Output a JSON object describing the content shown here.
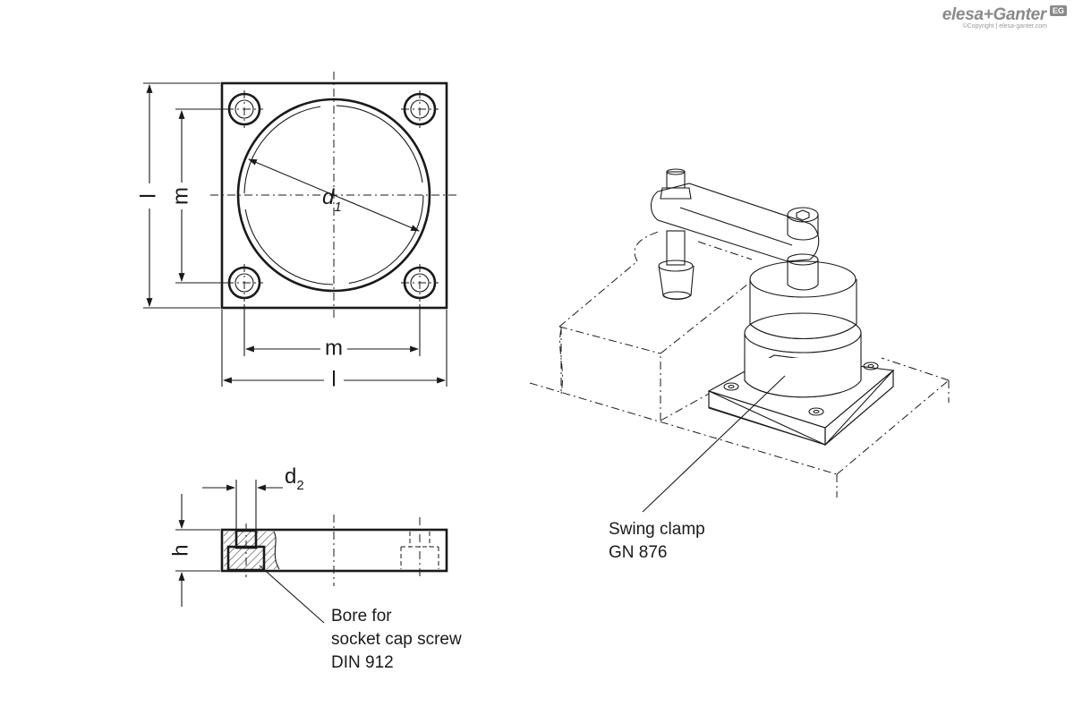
{
  "logo": {
    "brand": "elesa+Ganter",
    "badge": "EG",
    "copyright": "©Copyright | elesa-ganter.com"
  },
  "dimensions": {
    "l": "l",
    "m": "m",
    "d1_letter": "d",
    "d1_sub": "1",
    "d2_letter": "d",
    "d2_sub": "2",
    "h": "h"
  },
  "notes": {
    "bore": [
      "Bore for",
      "socket cap screw",
      "DIN 912"
    ],
    "clamp": [
      "Swing clamp",
      "GN 876"
    ]
  },
  "colors": {
    "line": "#1a1a1a",
    "logo": "#8a8a8a"
  }
}
